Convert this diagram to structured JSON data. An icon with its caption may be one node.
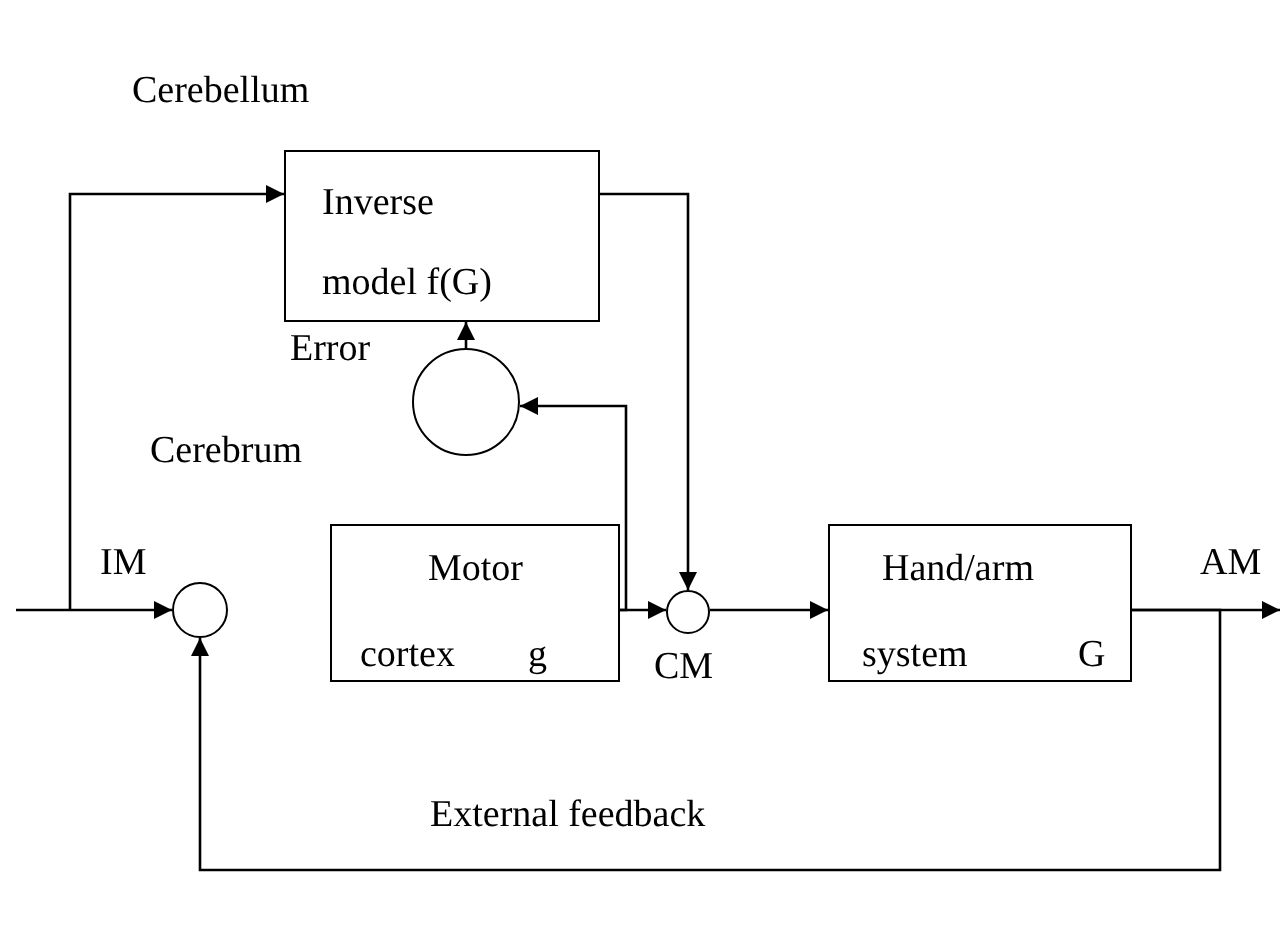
{
  "diagram": {
    "nodes": [
      {
        "text": [
          "Inverse",
          "model f(G)"
        ],
        "beside": [
          "Cerebellum"
        ]
      },
      {
        "text": [],
        "shape": "circle",
        "beside": [
          "Cerebrum"
        ]
      },
      {
        "text": [],
        "shape": "circle"
      },
      {
        "text": [
          "Motor",
          "cortex",
          "g"
        ]
      },
      {
        "text": [],
        "shape": "circle",
        "beside": [
          "CM"
        ]
      },
      {
        "text": [
          "Hand/arm",
          "system",
          "G"
        ]
      }
    ],
    "edges": [
      {
        "from": null,
        "to": 2,
        "arrow": "to",
        "label": "IM"
      },
      {
        "from": null,
        "to": 0,
        "arrow": "to"
      },
      {
        "from": 0,
        "to": 4,
        "arrow": "to"
      },
      {
        "from": 1,
        "to": 0,
        "arrow": "to"
      },
      {
        "from": 3,
        "to": 4,
        "arrow": "to"
      },
      {
        "from": 3,
        "to": 1,
        "arrow": "to"
      },
      {
        "from": 4,
        "to": 5,
        "arrow": "to"
      },
      {
        "from": 5,
        "to": null,
        "arrow": "to",
        "label": "AM"
      },
      {
        "from": 5,
        "to": 2,
        "arrow": "to",
        "label": "External feedback"
      }
    ],
    "labels": [
      "Error"
    ]
  }
}
